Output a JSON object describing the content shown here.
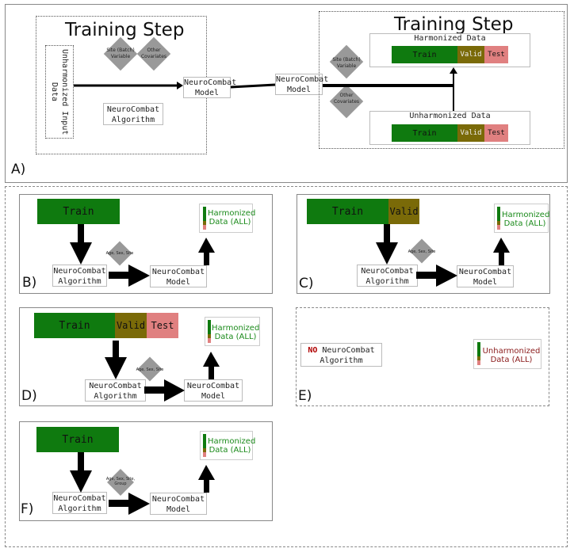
{
  "panel_a": {
    "label": "A)",
    "training_step_title": "Training Step",
    "unharmonized_input": "Unharmonized Input Data",
    "site_variable": "Site (Batch) Variable",
    "other_covariates": "Other Covariates",
    "algorithm": "NeuroCombat Algorithm",
    "model_left": "NeuroCombat Model",
    "model_right": "NeuroCombat Model",
    "training_step_title_right": "Training Step",
    "site_variable_right": "Site (Batch) Variable",
    "other_covariates_right": "Other Covariates",
    "harmonized_data": "Harmonized Data",
    "unharmonized_data": "Unharmonized Data",
    "seg_train": "Train",
    "seg_valid": "Valid",
    "seg_test": "Test"
  },
  "panel_b": {
    "label": "B)",
    "train": "Train",
    "covariates": "Age, Sex, Site",
    "algorithm": "NeuroCombat Algorithm",
    "model": "NeuroCombat Model",
    "output": "Harmonized Data (ALL)"
  },
  "panel_c": {
    "label": "C)",
    "train": "Train",
    "valid": "Valid",
    "covariates": "Age, Sex, Site",
    "algorithm": "NeuroCombat Algorithm",
    "model": "NeuroCombat Model",
    "output": "Harmonized Data (ALL)"
  },
  "panel_d": {
    "label": "D)",
    "train": "Train",
    "valid": "Valid",
    "test": "Test",
    "covariates": "Age, Sex, Site",
    "algorithm": "NeuroCombat Algorithm",
    "model": "NeuroCombat Model",
    "output": "Harmonized Data (ALL)"
  },
  "panel_e": {
    "label": "E)",
    "no_word": "NO",
    "algorithm_rest": " NeuroCombat",
    "algorithm_line2": "Algorithm",
    "output": "Unharmonized Data (ALL)"
  },
  "panel_f": {
    "label": "F)",
    "train": "Train",
    "covariates": "Age, Sex, Site, Group",
    "algorithm": "NeuroCombat Algorithm",
    "model": "NeuroCombat Model",
    "output": "Harmonized Data (ALL)"
  },
  "colors": {
    "train": "#0f7a0f",
    "valid": "#7a6a08",
    "test": "#e08080",
    "diamond": "#999999",
    "harmonized_text": "#1a8a1a",
    "unharmonized_text": "#8a1a1a",
    "no_text": "#b00000"
  }
}
